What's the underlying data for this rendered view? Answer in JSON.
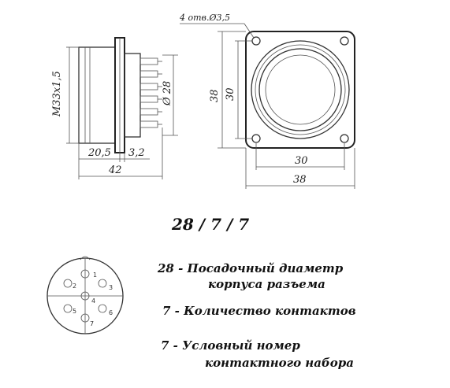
{
  "side_view": {
    "thread_label": "M33x1,5",
    "diameter_label": "Ø 28",
    "dim_body": "20,5",
    "dim_flange": "3,2",
    "dim_total": "42"
  },
  "front_view": {
    "holes_label": "4 отв.Ø3,5",
    "dim_height_outer": "38",
    "dim_height_inner": "30",
    "dim_width_inner": "30",
    "dim_width_outer": "38"
  },
  "code": "28 / 7 / 7",
  "pin_layout": {
    "pins": [
      "1",
      "2",
      "3",
      "4",
      "5",
      "6",
      "7"
    ]
  },
  "legend": [
    {
      "number": "28",
      "dash": " - ",
      "line1": "Посадочный диаметр",
      "line2": "корпуса разъема"
    },
    {
      "number": "7",
      "dash": " - ",
      "line1": "Количество контактов",
      "line2": ""
    },
    {
      "number": "7",
      "dash": " - ",
      "line1": "Условный номер",
      "line2": "контактного набора"
    }
  ]
}
